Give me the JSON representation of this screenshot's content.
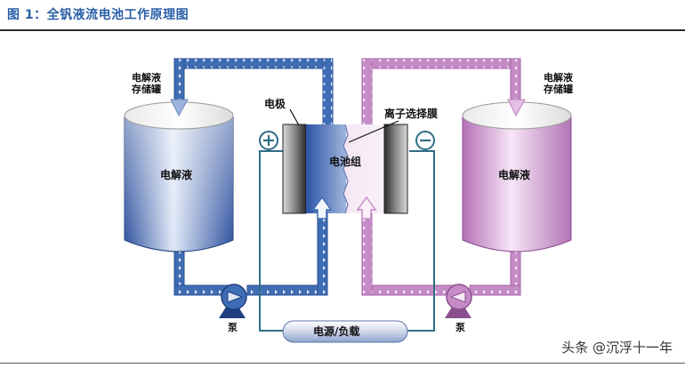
{
  "title": "图 1：全钒液流电池工作原理图",
  "labels": {
    "tank_left_line1": "电解液",
    "tank_left_line2": "存储罐",
    "tank_right_line1": "电解液",
    "tank_right_line2": "存储罐",
    "electrolyte_left": "电解液",
    "electrolyte_right": "电解液",
    "electrode": "电极",
    "membrane": "离子选择膜",
    "stack": "电池组",
    "pump_left": "泵",
    "pump_right": "泵",
    "load": "电源/负载",
    "plus": "⊕",
    "minus": "⊖"
  },
  "watermark": "头条 @沉浮十一年",
  "colors": {
    "left_pipe": "#3f6db5",
    "right_pipe": "#c58bc7",
    "wire": "#2f6e86",
    "title": "#2a5fa8"
  }
}
